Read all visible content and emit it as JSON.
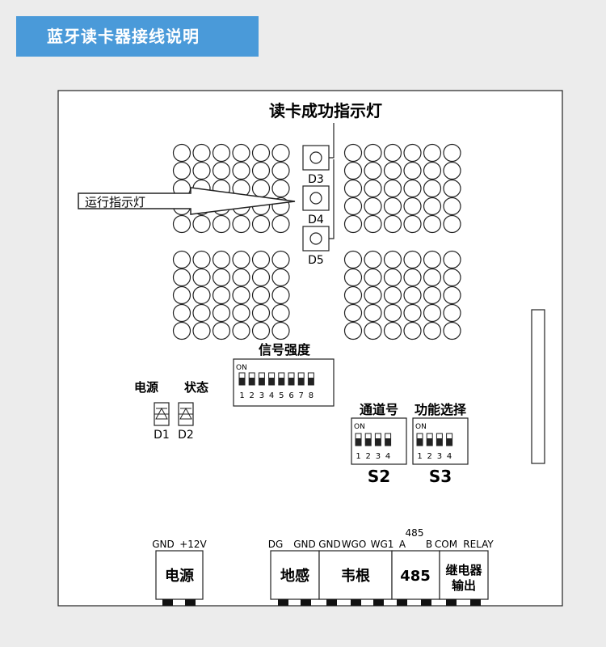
{
  "header": {
    "title": "蓝牙读卡器接线说明"
  },
  "board": {
    "success_indicator_label": "读卡成功指示灯",
    "run_indicator_label": "运行指示灯",
    "leds": [
      "D3",
      "D4",
      "D5"
    ],
    "signal_strength_label": "信号强度",
    "dip_on_label": "ON",
    "dip8_numbers": [
      "1",
      "2",
      "3",
      "4",
      "5",
      "6",
      "7",
      "8"
    ],
    "dip4_numbers": [
      "1",
      "2",
      "3",
      "4"
    ],
    "power_label": "电源",
    "status_label": "状态",
    "status_leds": [
      "D1",
      "D2"
    ],
    "channel_label": "通道号",
    "function_label": "功能选择",
    "switch_s2": "S2",
    "switch_s3": "S3"
  },
  "terminals": {
    "top_485": "485",
    "pins": [
      "GND",
      "+12V",
      "DG",
      "GND",
      "GND",
      "WGO",
      "WG1",
      "A",
      "B",
      "COM",
      "RELAY"
    ],
    "blocks": [
      "电源",
      "地感",
      "韦根",
      "485",
      "继电器",
      "输出"
    ]
  }
}
